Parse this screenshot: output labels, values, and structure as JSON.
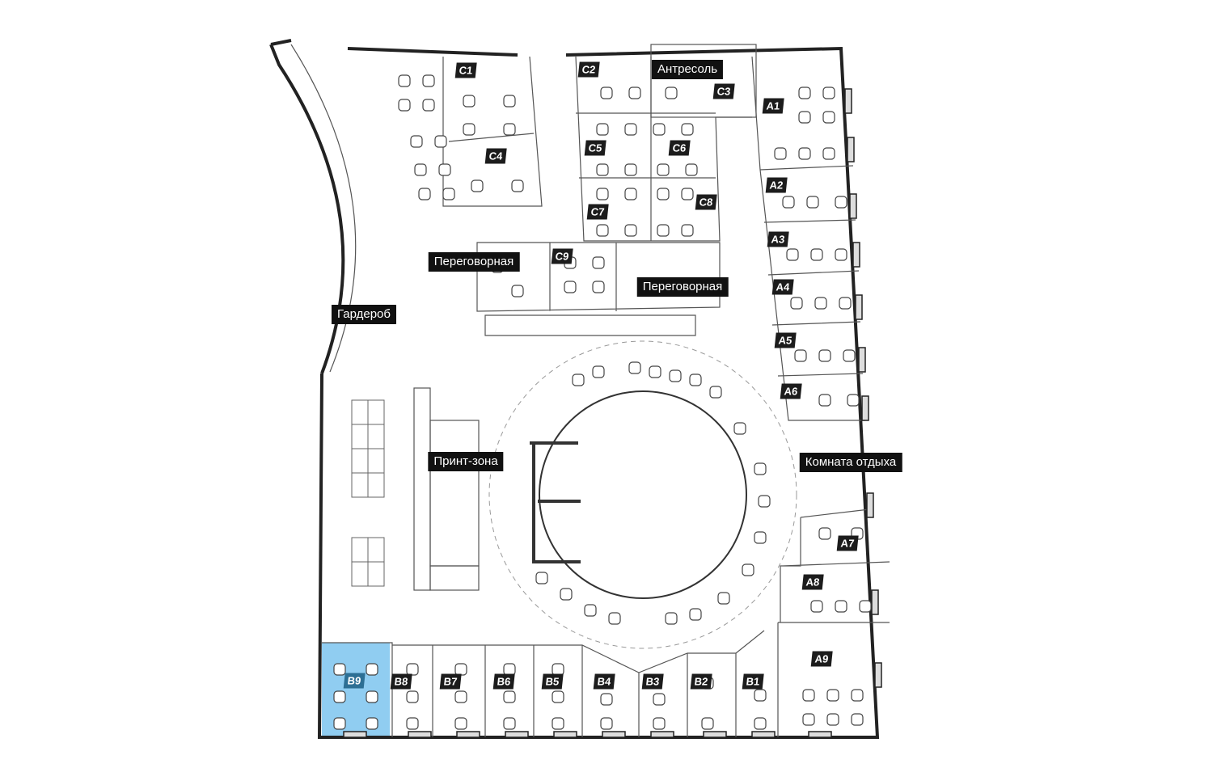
{
  "colors": {
    "selected_room": "#7cc4ef",
    "label_bg": "#111111"
  },
  "zones": [
    {
      "id": "mezzanine",
      "label": "Антресоль"
    },
    {
      "id": "meeting-1",
      "label": "Переговорная"
    },
    {
      "id": "meeting-2",
      "label": "Переговорная"
    },
    {
      "id": "cloakroom",
      "label": "Гардероб"
    },
    {
      "id": "print-zone",
      "label": "Принт-зона"
    },
    {
      "id": "lounge",
      "label": "Комната отдыха"
    }
  ],
  "rooms": [
    {
      "label": "C1"
    },
    {
      "label": "C2"
    },
    {
      "label": "C3"
    },
    {
      "label": "C4"
    },
    {
      "label": "C5"
    },
    {
      "label": "C6"
    },
    {
      "label": "C7"
    },
    {
      "label": "C8"
    },
    {
      "label": "C9"
    },
    {
      "label": "A1"
    },
    {
      "label": "A2"
    },
    {
      "label": "A3"
    },
    {
      "label": "A4"
    },
    {
      "label": "A5"
    },
    {
      "label": "A6"
    },
    {
      "label": "A7"
    },
    {
      "label": "A8"
    },
    {
      "label": "A9"
    },
    {
      "label": "B1"
    },
    {
      "label": "B2"
    },
    {
      "label": "B3"
    },
    {
      "label": "B4"
    },
    {
      "label": "B5"
    },
    {
      "label": "B6"
    },
    {
      "label": "B7"
    },
    {
      "label": "B8"
    },
    {
      "label": "B9",
      "selected": true
    }
  ]
}
